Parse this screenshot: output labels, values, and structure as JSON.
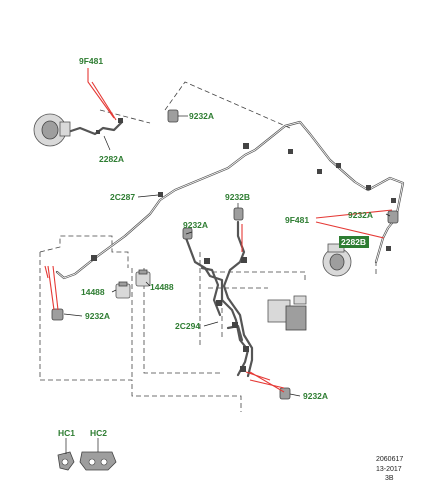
{
  "labels": {
    "9F481_top": "9F481",
    "2282A_left": "2282A",
    "9232A_top": "9232A",
    "2C287": "2C287",
    "9232B": "9232B",
    "9232A_mid": "9232A",
    "9F481_right": "9F481",
    "9232A_right": "9232A",
    "2282B": "2282B",
    "14488_left": "14488",
    "14488_right": "14488",
    "9232A_left": "9232A",
    "2C294": "2C294",
    "9232A_bottom": "9232A",
    "HC1": "HC1",
    "HC2": "HC2"
  },
  "reference": {
    "line1": "2060617",
    "line2": "13-2017",
    "line3": "3B"
  },
  "colors": {
    "label_green": "#2e7d32",
    "leader_red": "#e53935",
    "pipe_gray": "#555555"
  }
}
